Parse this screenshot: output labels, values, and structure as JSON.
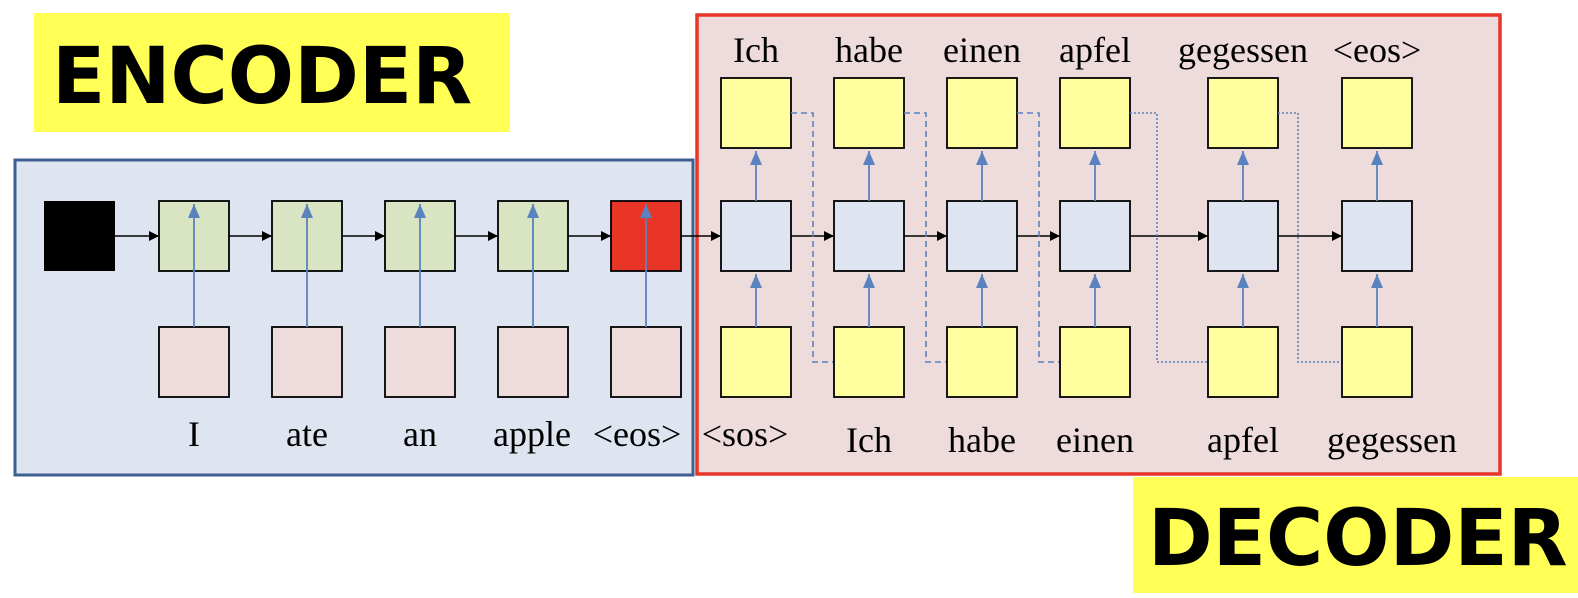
{
  "labels": {
    "encoder": "ENCODER",
    "decoder": "DECODER"
  },
  "encoder": {
    "input_tokens": [
      "I",
      "ate",
      "an",
      "apple",
      "<eos>"
    ],
    "initial_state": "black",
    "final_state_highlight": "red"
  },
  "decoder": {
    "input_tokens": [
      "<sos>",
      "Ich",
      "habe",
      "einen",
      "apfel",
      "gegessen"
    ],
    "output_tokens": [
      "Ich",
      "habe",
      "einen",
      "apfel",
      "gegessen",
      "<eos>"
    ]
  },
  "colors": {
    "label_bg": "#ffff55",
    "encoder_panel_bg": "#dfe5f0",
    "encoder_panel_border": "#3f5f8f",
    "decoder_panel_bg": "#eedcdc",
    "decoder_panel_border": "#e8352a",
    "encoder_hidden": "#d8e4c2",
    "encoder_final": "#e83526",
    "encoder_input": "#eedcdc",
    "initial_state": "#000000",
    "decoder_hidden": "#dfe5f0",
    "decoder_io": "#ffffa0",
    "blue_arrow": "#5a82bf"
  }
}
